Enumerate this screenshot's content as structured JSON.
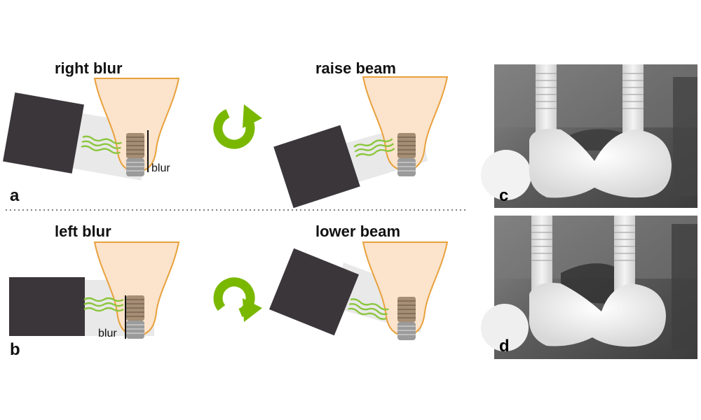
{
  "panels": {
    "a": {
      "letter": "a",
      "title": "right blur",
      "blur_label": "blur"
    },
    "a_right": {
      "title": "raise beam"
    },
    "b": {
      "letter": "b",
      "title": "left blur",
      "blur_label": "blur"
    },
    "b_right": {
      "title": "lower beam"
    },
    "c": {
      "letter": "c"
    },
    "d": {
      "letter": "d"
    }
  },
  "colors": {
    "emitter": "#3b363a",
    "beam": "#e8e8e8",
    "tooth_fill": "#fbe3cc",
    "tooth_outline": "#e8a13c",
    "waves": "#8cc63f",
    "arrow": "#7ab800",
    "implant_top": "#a58e74",
    "implant_bottom": "#9a9a9a",
    "divider": "#555555"
  },
  "icons": {
    "rotate_clockwise": "rotate-clockwise-icon",
    "rotate_counterclockwise": "rotate-counterclockwise-icon"
  }
}
